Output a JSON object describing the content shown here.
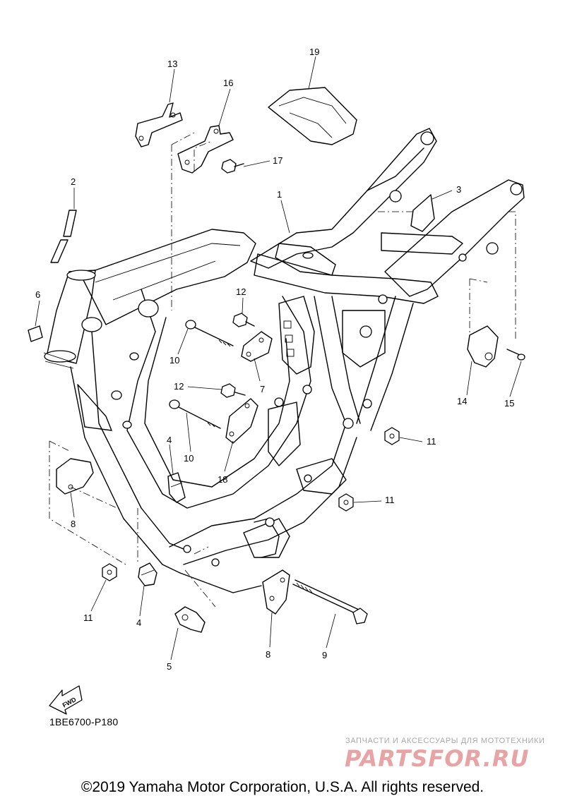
{
  "callouts": {
    "c1": "1",
    "c2": "2",
    "c3": "3",
    "c4a": "4",
    "c4b": "4",
    "c5": "5",
    "c6": "6",
    "c7": "7",
    "c8a": "8",
    "c8b": "8",
    "c9": "9",
    "c10a": "10",
    "c10b": "10",
    "c11a": "11",
    "c11b": "11",
    "c11c": "11",
    "c12a": "12",
    "c12b": "12",
    "c13": "13",
    "c14": "14",
    "c15": "15",
    "c16": "16",
    "c17": "17",
    "c18": "18",
    "c19": "19"
  },
  "fwd_label": "FWD",
  "diagram_code": "1BE6700-P180",
  "watermark": {
    "subtitle": "ЗАПЧАСТИ И АКСЕССУАРЫ ДЛЯ МОТОТЕХНИКИ",
    "logo": "PARTSFOR.RU"
  },
  "copyright": "©2019 Yamaha Motor Corporation, U.S.A. All rights reserved."
}
